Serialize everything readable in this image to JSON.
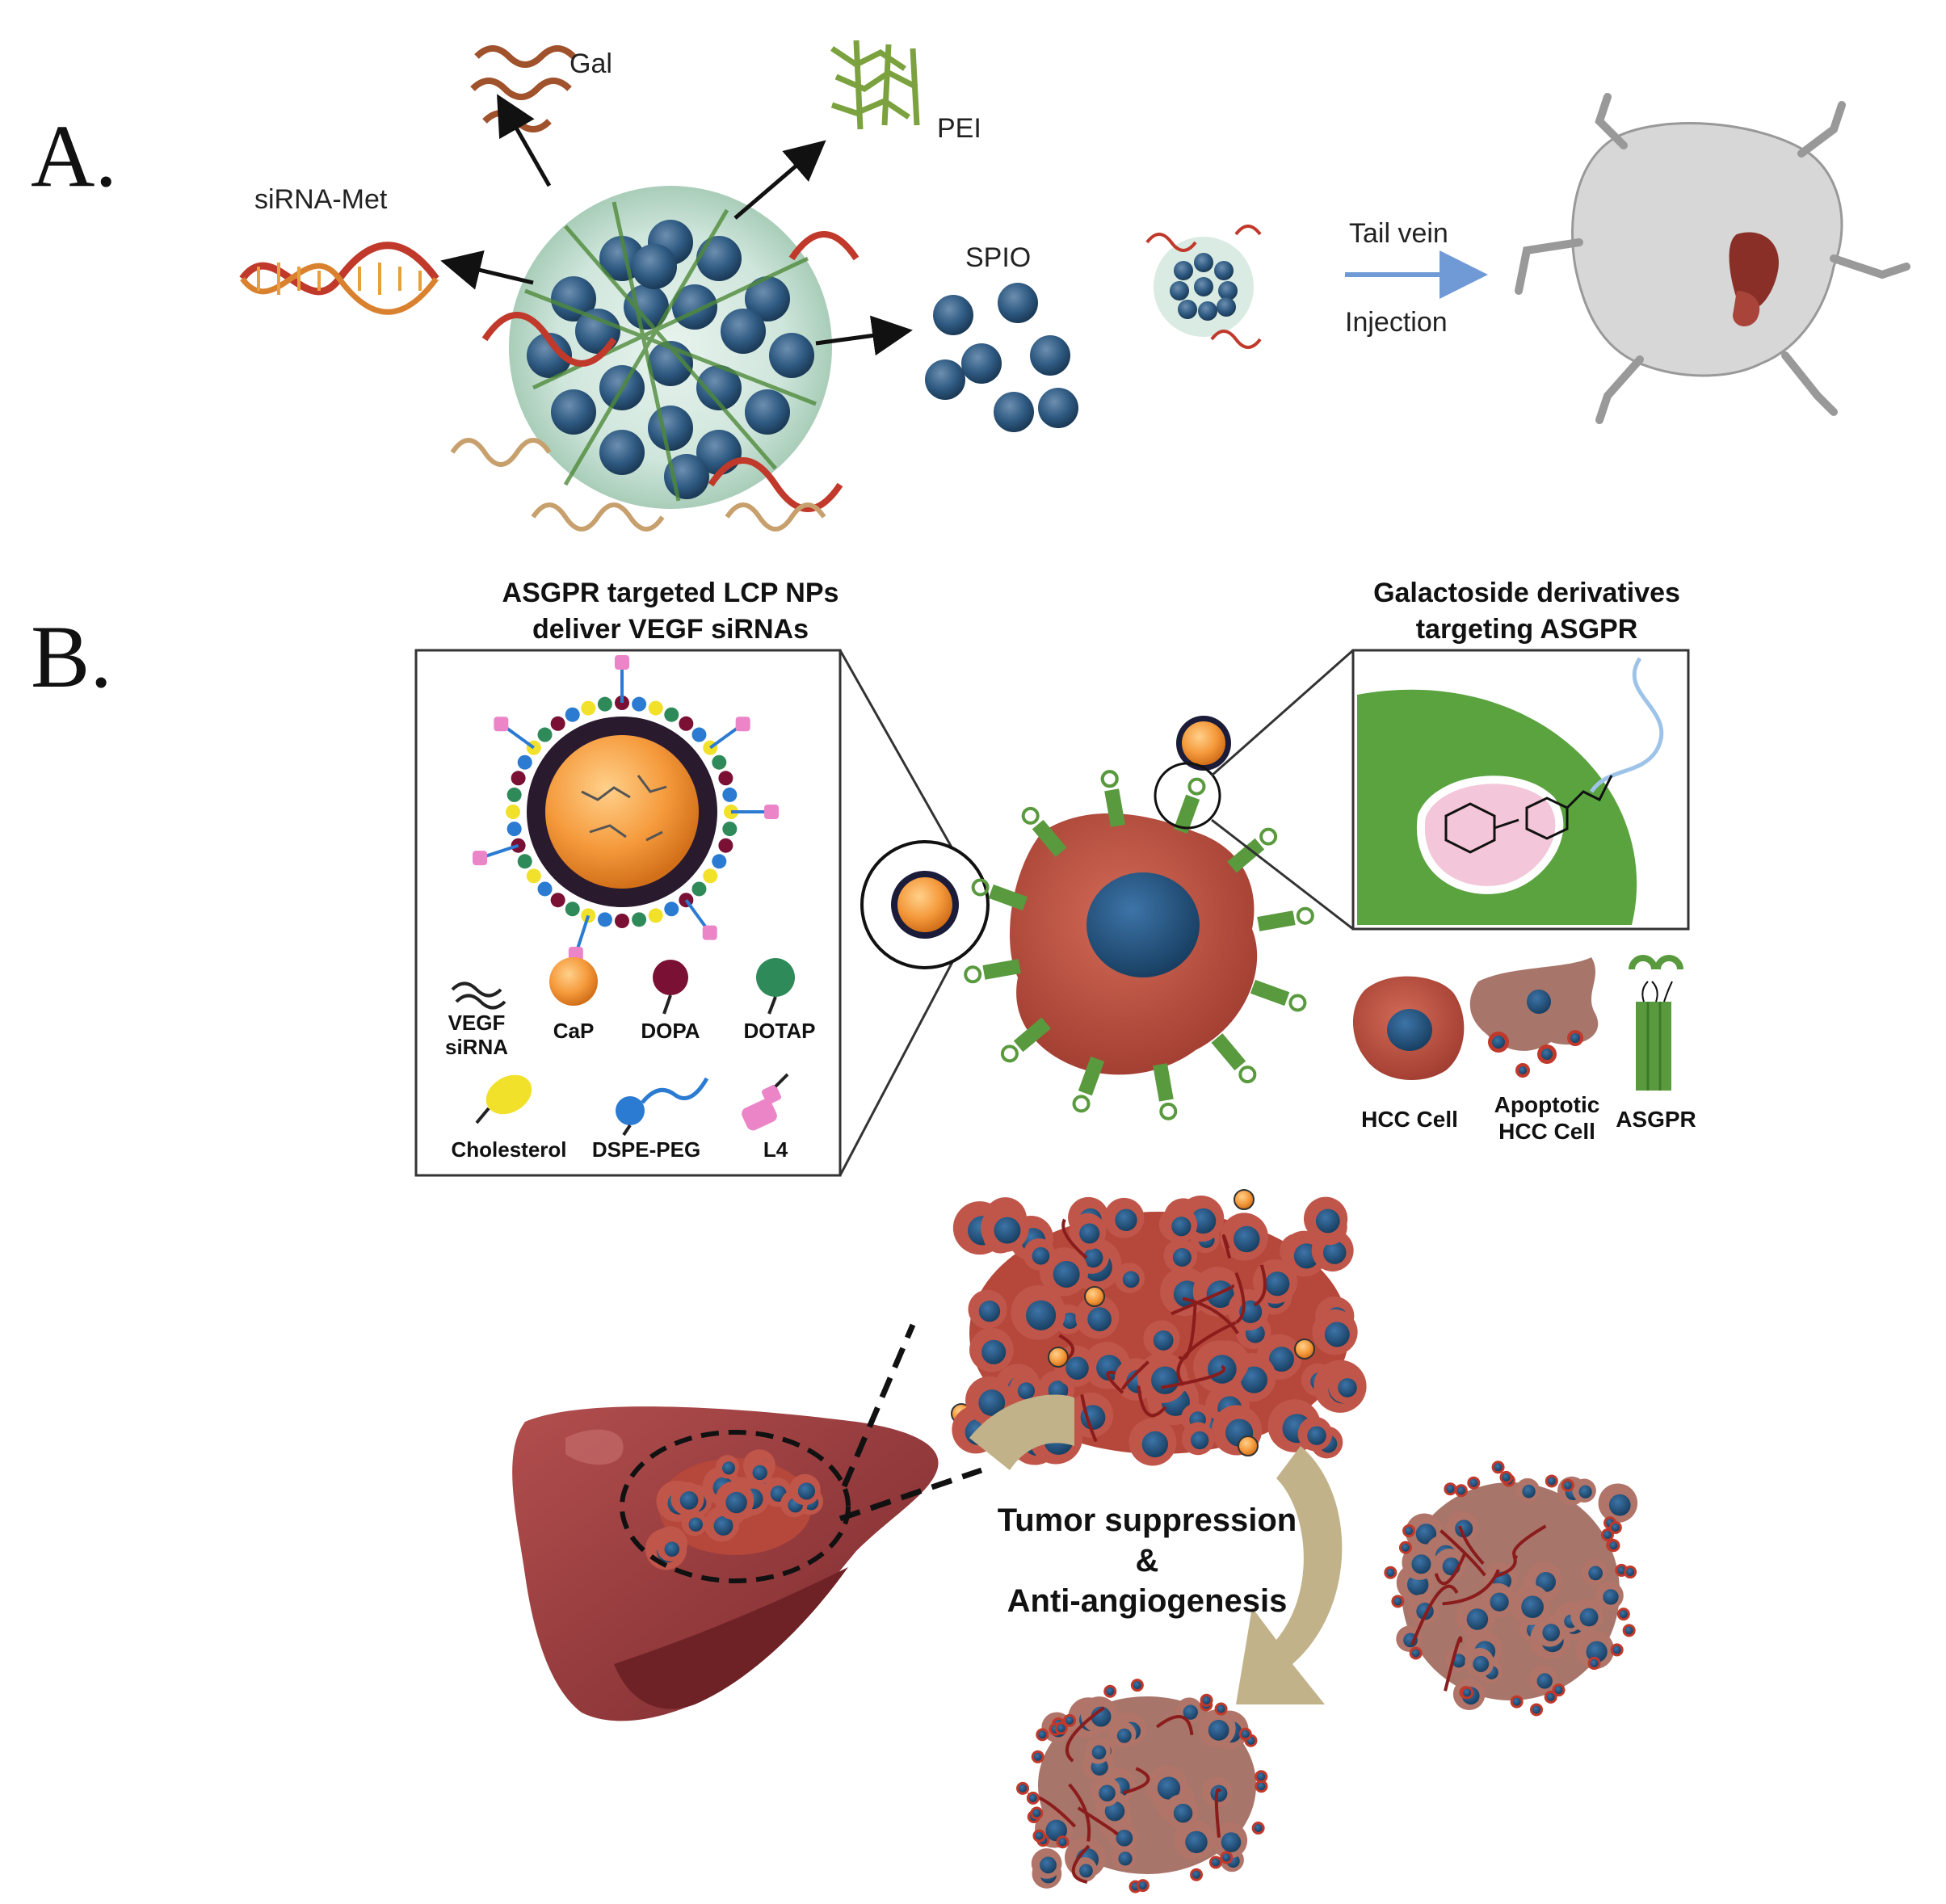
{
  "panel_a": {
    "label": "A.",
    "gal": "Gal",
    "pei": "PEI",
    "sirna": "siRNA-Met",
    "spio": "SPIO",
    "route_top": "Tail vein",
    "route_bottom": "Injection"
  },
  "panel_b": {
    "label": "B.",
    "left_title_1": "ASGPR targeted LCP NPs",
    "left_title_2": "deliver VEGF siRNAs",
    "right_title_1": "Galactoside derivatives",
    "right_title_2": "targeting ASGPR",
    "legend": {
      "vegf_1": "VEGF",
      "vegf_2": "siRNA",
      "cap": "CaP",
      "dopa": "DOPA",
      "dotap": "DOTAP",
      "cholesterol": "Cholesterol",
      "dspe": "DSPE-PEG",
      "l4": "L4"
    },
    "cells": {
      "hcc": "HCC Cell",
      "apoptotic_1": "Apoptotic",
      "apoptotic_2": "HCC Cell",
      "asgpr": "ASGPR"
    },
    "effect_1": "Tumor suppression",
    "effect_2": "&",
    "effect_3": "Anti-angiogenesis"
  },
  "colors": {
    "nanoparticle_core": "#2f5a82",
    "pei_green": "#6e9a3a",
    "dna_red": "#c0392b",
    "cell_red": "#b5483a",
    "nucleus_blue": "#1f4f7a",
    "asgpr_green": "#5a9a3e",
    "cap_orange": "#f59a3c",
    "liver": "#9c3b3b",
    "arrow_tan": "#c2b28a",
    "injection_arrow": "#6f9ad6"
  }
}
